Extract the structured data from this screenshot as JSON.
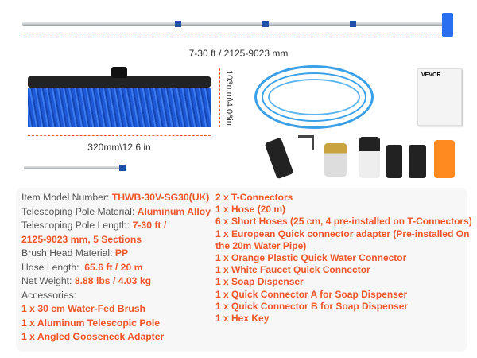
{
  "dimensions": {
    "pole_length": "7-30 ft / 2125-9023 mm",
    "brush_width": "320mm\\12.6 in",
    "brush_height": "103mm\\4.06in"
  },
  "manual": {
    "brand": "VEVOR"
  },
  "specs": [
    {
      "label": "Item Model Number: ",
      "value": "THWB-30V-SG30(UK)"
    },
    {
      "label": "Telescoping Pole Material: ",
      "value": "Aluminum Alloy"
    },
    {
      "label": "Telescoping Pole Length: ",
      "value": "7-30 ft /"
    },
    {
      "label": "",
      "value": "2125-9023 mm, 5 Sections"
    },
    {
      "label": "Brush Head Material: ",
      "value": "PP"
    },
    {
      "label": "Hose Length:  ",
      "value": "65.6 ft / 20 m"
    },
    {
      "label": "Net Weight: ",
      "value": "8.88 lbs / 4.03 kg"
    },
    {
      "label": "Accessories:",
      "value": ""
    }
  ],
  "accessories_left": [
    "1 x 30 cm Water-Fed Brush",
    "1 x Aluminum Telescopic Pole",
    "1 x Angled Gooseneck Adapter"
  ],
  "accessories_right": [
    "2 x T-Connectors",
    "1 x Hose (20 m)",
    "6 x Short Hoses (25 cm, 4 pre-installed on T-Connectors)",
    "1 x European Quick connector adapter (Pre-installed On",
    "the 20m Water Pipe)",
    "1 x Orange Plastic Quick Water Connector",
    "1 x White Faucet Quick Connector",
    "1 x Soap Dispenser",
    "1 x Quick Connector A for Soap Dispenser",
    "1 x Quick Connector B for Soap Dispenser",
    "1 x Hex Key"
  ]
}
